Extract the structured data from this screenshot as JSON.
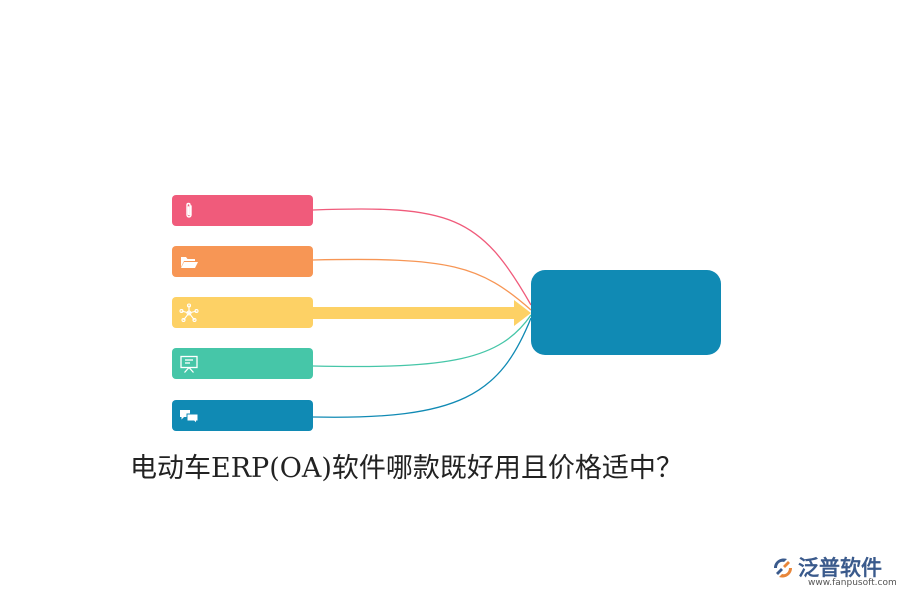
{
  "diagram": {
    "nodes": [
      {
        "id": "clip",
        "icon": "paperclip-icon",
        "color": "#f05b7b"
      },
      {
        "id": "folder",
        "icon": "folder-icon",
        "color": "#f79655"
      },
      {
        "id": "network",
        "icon": "network-icon",
        "color": "#fdd165"
      },
      {
        "id": "presentation",
        "icon": "presentation-board-icon",
        "color": "#46c6a8"
      },
      {
        "id": "chat",
        "icon": "chat-bubbles-icon",
        "color": "#108ab4"
      }
    ],
    "hub": {
      "color": "#108ab4"
    },
    "highlighted_connector": "network"
  },
  "title": "电动车ERP(OA)软件哪款既好用且价格适中？",
  "logo": {
    "brand": "泛普软件",
    "url": "www.fanpusoft.com",
    "colors": {
      "primary": "#3a5a8c",
      "accent": "#e8863a"
    }
  }
}
